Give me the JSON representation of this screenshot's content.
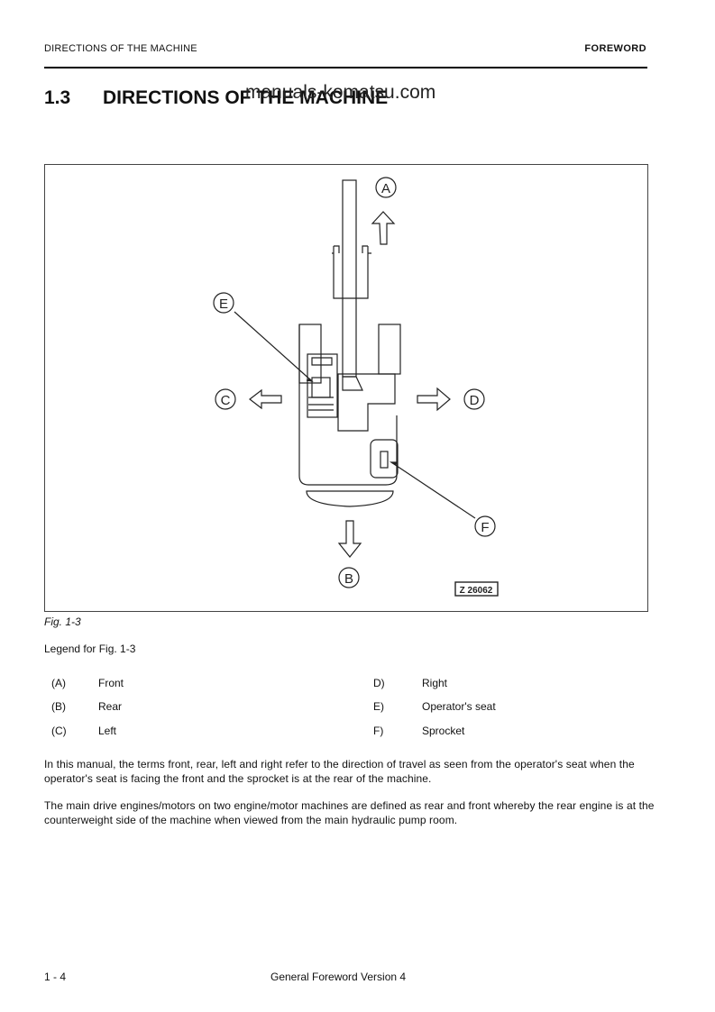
{
  "header": {
    "left": "DIRECTIONS OF THE MACHINE",
    "right": "FOREWORD"
  },
  "section": {
    "number": "1.3",
    "title": "DIRECTIONS OF THE MACHINE"
  },
  "watermark": "manuals-komatsu.com",
  "figure": {
    "labels": {
      "a": "A",
      "b": "B",
      "c": "C",
      "d": "D",
      "e": "E",
      "f": "F"
    },
    "code": "Z 26062",
    "caption": "Fig. 1-3"
  },
  "legend": {
    "title": "Legend for Fig. 1-3",
    "left": [
      {
        "key": "(A)",
        "value": "Front"
      },
      {
        "key": "(B)",
        "value": "Rear"
      },
      {
        "key": "(C)",
        "value": "Left"
      }
    ],
    "right": [
      {
        "key": "D)",
        "value": "Right"
      },
      {
        "key": "E)",
        "value": "Operator's seat"
      },
      {
        "key": "F)",
        "value": "Sprocket"
      }
    ]
  },
  "paragraphs": [
    "In this manual, the terms front, rear, left and right refer to the direction of travel as seen from the operator's seat when the operator's seat is facing the front and the sprocket is at the rear of the machine.",
    "The main drive engines/motors on two engine/motor machines are defined as rear and front whereby the rear engine is at the counterweight side of the machine when viewed from the main hydraulic pump room."
  ],
  "footer": {
    "page": "1 - 4",
    "center": "General Foreword Version 4"
  }
}
